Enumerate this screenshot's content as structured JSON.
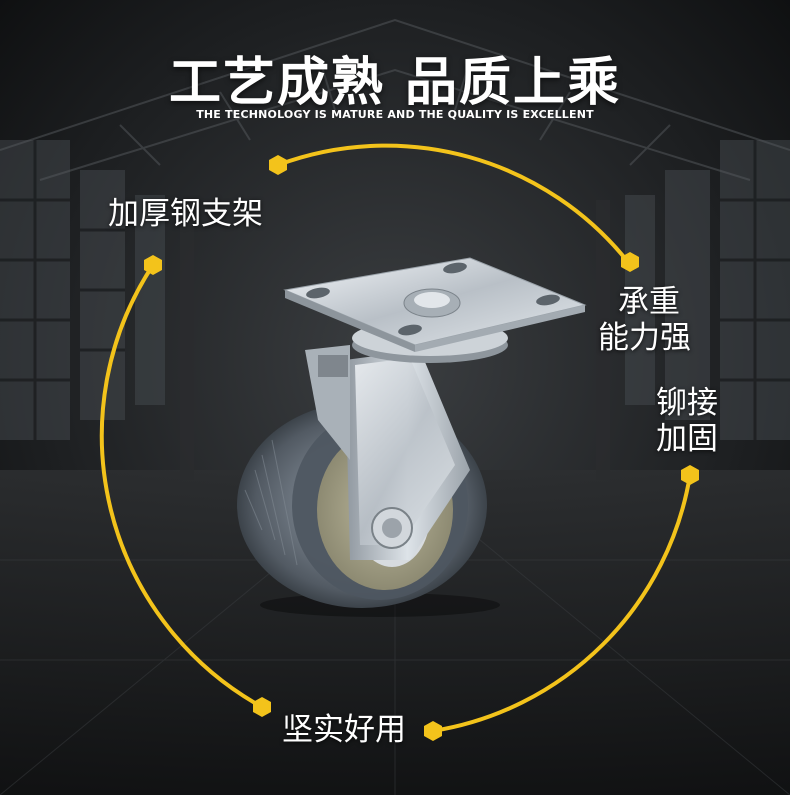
{
  "headline": "工艺成熟 品质上乘",
  "subheadline": "THE TECHNOLOGY IS MATURE AND THE QUALITY IS EXCELLENT",
  "features": {
    "steel_bracket": "加厚钢支架",
    "load_capacity": [
      "承重",
      "能力强"
    ],
    "riveting": [
      "铆接",
      "加固"
    ],
    "durable": "坚实好用"
  },
  "colors": {
    "accent": "#f3c31b",
    "text": "#ffffff",
    "background": "#1b1d1f"
  },
  "product_image": "swivel-caster-wheel",
  "background_image": "industrial-factory-interior"
}
